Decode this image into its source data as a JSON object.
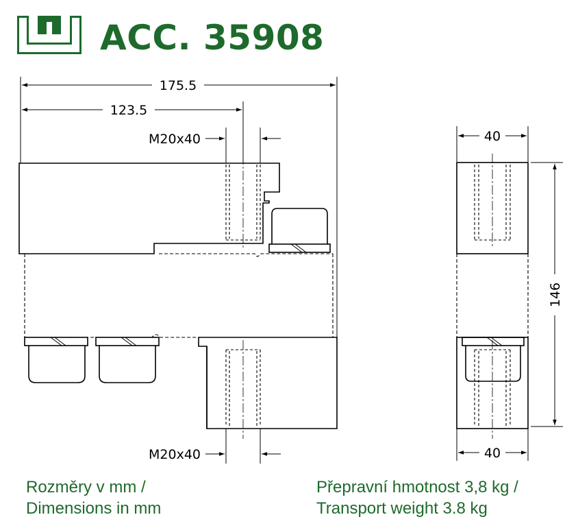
{
  "header": {
    "title": "ACC. 35908",
    "brand_color": "#1e6a2c"
  },
  "dimensions": {
    "overall_length": "175.5",
    "hole_offset": "123.5",
    "thread_top": "M20x40",
    "thread_bottom": "M20x40",
    "width_top": "40",
    "width_bottom": "40",
    "height": "146"
  },
  "captions": {
    "units_cz": "Rozměry v mm /",
    "units_en": "Dimensions in mm",
    "weight_cz": "Přepravní hmotnost 3,8 kg /",
    "weight_en": "Transport weight 3.8 kg"
  },
  "colors": {
    "text_green": "#1e6a2c",
    "line": "#000000"
  }
}
